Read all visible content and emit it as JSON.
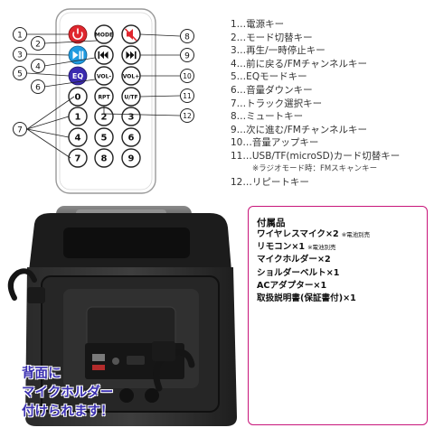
{
  "remote": {
    "mode_label": "MODE",
    "eq_label": "EQ",
    "vol_minus": "VOL-",
    "vol_plus": "VOL+",
    "rpt_label": "RPT",
    "u_tf_label": "U/TF",
    "digits": [
      "0",
      "1",
      "2",
      "3",
      "4",
      "5",
      "6",
      "7",
      "8",
      "9"
    ],
    "callouts": [
      "1",
      "2",
      "3",
      "4",
      "5",
      "6",
      "7",
      "8",
      "9",
      "10",
      "11",
      "12"
    ]
  },
  "key_list": {
    "items": [
      "1…電源キー",
      "2…モード切替キー",
      "3…再生/一時停止キー",
      "4…前に戻る/FMチャンネルキー",
      "5…EQモードキー",
      "6…音量ダウンキー",
      "7…トラック選択キー",
      "8…ミュートキー",
      "9…次に進む/FMチャンネルキー",
      "10…音量アップキー",
      "11…USB/TF(microSD)カード切替キー"
    ],
    "sub_note": "※ラジオモード時：FMスキャンキー",
    "last_item": "12…リピートキー"
  },
  "accessories": {
    "title": "付属品",
    "items": [
      {
        "label": "ワイヤレスマイク×2",
        "note": "※電池別売"
      },
      {
        "label": "リモコン×1",
        "note": "※電池別売"
      },
      {
        "label": "マイクホルダー×2",
        "note": ""
      },
      {
        "label": "ショルダーベルト×1",
        "note": ""
      },
      {
        "label": "ACアダプター×1",
        "note": ""
      },
      {
        "label": "取扱説明書(保証書付)×1",
        "note": ""
      }
    ]
  },
  "caption": {
    "line1": "背面に",
    "line2": "マイクホルダー",
    "line3": "付けられます！"
  },
  "colors": {
    "power_key": "#e0262e",
    "play_key": "#1f9be0",
    "eq_key": "#3b2bb0",
    "panel_border": "#c8157a",
    "caption_text": "#3a2fb0"
  }
}
